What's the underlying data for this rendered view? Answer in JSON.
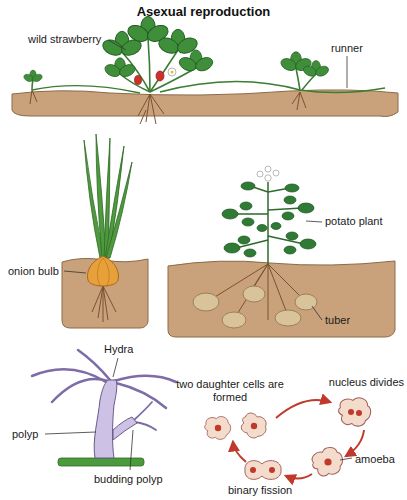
{
  "diagram": {
    "title": "Asexual reproduction",
    "labels": [
      "wild strawberry",
      "runner",
      "onion bulb",
      "potato plant",
      "tuber",
      "Hydra",
      "polyp",
      "budding polyp",
      "two daughter cells are formed",
      "nucleus divides",
      "amoeba",
      "binary fission"
    ]
  }
}
